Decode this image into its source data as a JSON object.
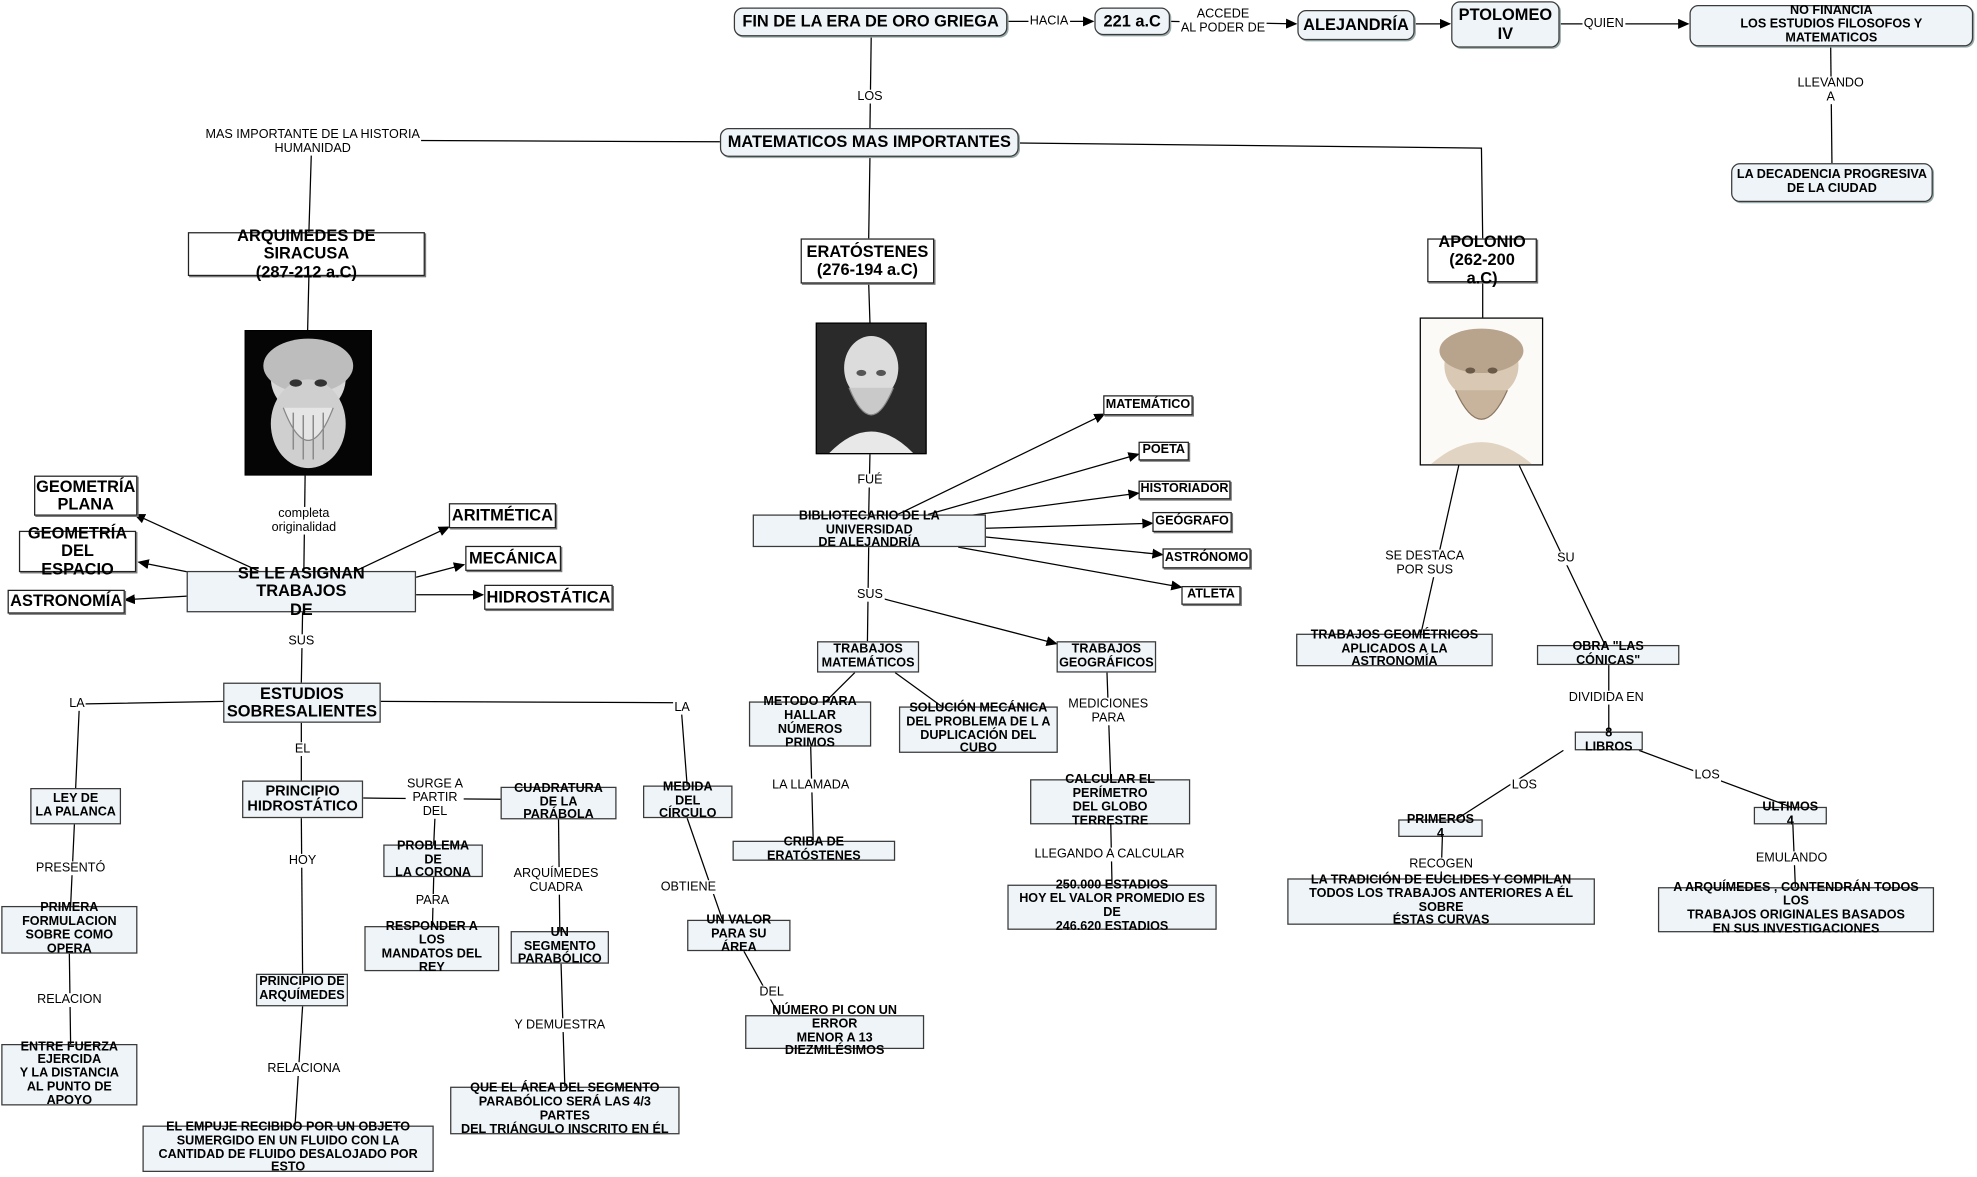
{
  "nodes": {
    "fin_era": "FIN DE LA ERA DE ORO GRIEGA",
    "ano_221": "221 a.C",
    "alejandria": "ALEJANDRÍA",
    "ptolomeo": "PTOLOMEO\nIV",
    "no_financia": "NO FINANCIA\nLOS ESTUDIOS FILOSOFOS Y MATEMATICOS",
    "decadencia": "LA DECADENCIA PROGRESIVA\nDE LA CIUDAD",
    "matematicos": "MATEMATICOS MAS IMPORTANTES",
    "arquimedes": "ARQUIMEDES DE SIRACUSA\n(287-212 a.C)",
    "eratostenes": "ERATÓSTENES\n(276-194 a.C)",
    "apolonio": "APOLONIO\n(262-200 a.C)",
    "geometria_plana": "GEOMETRÍA\nPLANA",
    "geometria_espacio": "GEOMETRÍA\nDEL ESPACIO",
    "astronomia": "ASTRONOMÍA",
    "aritmetica": "ARITMÉTICA",
    "mecanica": "MECÁNICA",
    "hidrostatica": "HIDROSTÁTICA",
    "se_le_asignan": "SE LE ASIGNAN TRABAJOS\nDE",
    "estudios": "ESTUDIOS\nSOBRESALIENTES",
    "ley_palanca": "LEY DE\nLA PALANCA",
    "primera_formulacion": "PRIMERA\nFORMULACION\nSOBRE COMO OPERA",
    "entre_fuerza": "ENTRE FUERZA\nEJERCIDA\nY LA DISTANCIA\nAL PUNTO DE APOYO",
    "principio_hidro": "PRINCIPIO\nHIDROSTÁTICO",
    "problema_corona": "PROBLEMA DE\nLA CORONA",
    "responder": "RESPONDER A\nLOS\nMANDATOS DEL REY",
    "principio_arq": "PRINCIPIO DE\nARQUÍMEDES",
    "empuje": "EL EMPUJE RECIBIDO POR UN OBJETO\nSUMERGIDO EN UN FLUIDO CON LA\nCANTIDAD DE FLUIDO DESALOJADO POR ESTO",
    "cuadratura": "CUADRATURA\nDE LA PARÁBOLA",
    "segmento": "UN SEGMENTO\nPARABÓLICO",
    "area_segmento": "QUE EL ÁREA DEL SEGMENTO\nPARABÓLICO SERÁ LAS 4/3 PARTES\nDEL TRIÁNGULO INSCRITO EN ÉL",
    "medida_circulo": "MEDIDA\nDEL CÍRCULO",
    "valor_area": "UN VALOR\nPARA SU ÁREA",
    "numero_pi": "NÚMERO PI CON UN ERROR\nMENOR A 13 DIEZMILÉSIMOS",
    "bibliotecario": "BIBLIOTECARIO DE LA UNIVERSIDAD\nDE ALEJANDRÍA",
    "matematico": "MATEMÁTICO",
    "poeta": "POETA",
    "historiador": "HISTORIADOR",
    "geografo": "GEÓGRAFO",
    "astronomo": "ASTRÓNOMO",
    "atleta": "ATLETA",
    "trab_matematicos": "TRABAJOS\nMATEMÁTICOS",
    "trab_geograficos": "TRABAJOS\nGEOGRÁFICOS",
    "metodo": "METODO PARA\nHALLAR NÚMEROS\nPRIMOS",
    "solucion": "SOLUCIÓN MECÁNICA\nDEL PROBLEMA DE L A\nDUPLICACIÓN DEL CUBO",
    "criba": "CRIBA DE ERATÓSTENES",
    "calcular": "CALCULAR EL\nPERÍMETRO\nDEL GLOBO TERRESTRE",
    "estadios": "250.000 ESTADIOS\nHOY EL VALOR PROMEDIO ES DE\n246.620 ESTADIOS",
    "trab_geometricos": "TRABAJOS GEOMÉTRICOS\nAPLICADOS A LA ASTRONOMÍA",
    "obra_conicas": "OBRA \"LAS CÓNICAS\"",
    "ocho_libros": "8 LIBROS",
    "primeros4": "PRIMEROS 4",
    "ultimos4": "ULTIMOS 4",
    "tradicion": "LA TRADICIÓN DE EUCLIDES Y COMPILAN\nTODOS LOS TRABAJOS ANTERIORES A ÉL SOBRE\nÉSTAS CURVAS",
    "emulando_arq": "A ARQUÍMEDES , CONTENDRÁN TODOS LOS\nTRABAJOS ORIGINALES BASADOS\nEN SUS INVESTIGACIONES"
  },
  "labels": {
    "hacia": "HACIA",
    "accede": "ACCEDE\nAL PODER DE",
    "quien": "QUIEN",
    "llevando": "LLEVANDO\nA",
    "los_top": "LOS",
    "mas_importante": "MAS IMPORTANTE DE LA HISTORIA\nHUMANIDAD",
    "completa": "completa\noriginalidad",
    "sus_arq": "SUS",
    "la_left": "LA",
    "la_right": "LA",
    "el": "EL",
    "presento": "PRESENTÓ",
    "relacion": "RELACION",
    "surge": "SURGE A\nPARTIR\nDEL",
    "para": "PARA",
    "hoy": "HOY",
    "relaciona": "RELACIONA",
    "arq_cuadra": "ARQUÍMEDES\nCUADRA",
    "y_demuestra": "Y DEMUESTRA",
    "obtiene": "OBTIENE",
    "del": "DEL",
    "fue": "FUÉ",
    "sus_era": "SUS",
    "la_llamada": "LA LLAMADA",
    "mediciones": "MEDICIONES\nPARA",
    "llegando": "LLEGANDO A CALCULAR",
    "se_destaca": "SE DESTACA\nPOR  SUS",
    "su": "SU",
    "dividida": "DIVIDIDA EN",
    "los_left": "LOS",
    "los_right": "LOS",
    "recogen": "RECOGEN",
    "emulando": "EMULANDO"
  }
}
